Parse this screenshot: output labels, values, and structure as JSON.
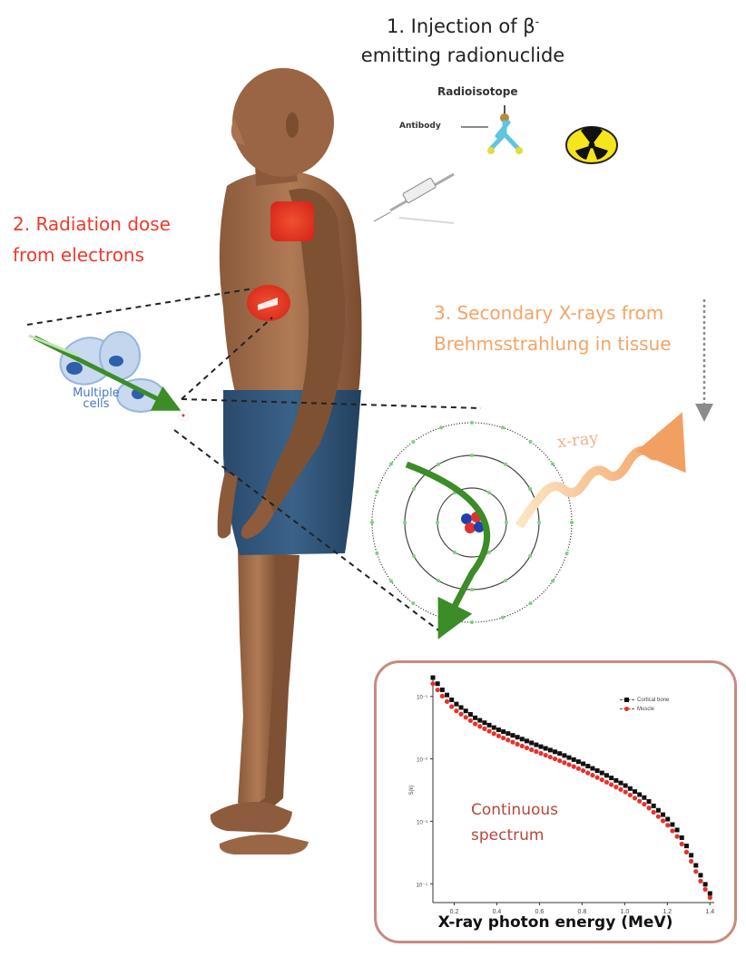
{
  "steps": {
    "step1_line1": "1.  Injection of  β",
    "step1_sup": "-",
    "step1_line2": "emitting radionuclide",
    "step2_line1": "2. Radiation dose",
    "step2_line2": "from electrons",
    "step3_line1": "3. Secondary X-rays from",
    "step3_line2": "Brehmsstrahlung in tissue"
  },
  "molecule": {
    "radioisotope": "Radioisotope",
    "antibody": "Antibody"
  },
  "cells": {
    "label_line1": "Multiple",
    "label_line2": "cells"
  },
  "atom": {
    "xray_label": "x-ray"
  },
  "plot": {
    "annotation_line1": "Continuous",
    "annotation_line2": "spectrum",
    "xlabel": "X-ray photon energy (MeV)",
    "ylabel": "S(k)"
  },
  "chart_data": {
    "type": "scatter",
    "xlabel": "X-ray photon energy (MeV)",
    "ylabel": "S(k)",
    "yscale": "log",
    "xlim": [
      0.1,
      1.42
    ],
    "ylim": [
      5e-05,
      0.2
    ],
    "x_ticks": [
      "0.2",
      "0.4",
      "0.6",
      "0.8",
      "1.0",
      "1.2",
      "1.4"
    ],
    "y_ticks": [
      "10⁻¹",
      "10⁻²",
      "10⁻³",
      "10⁻⁴"
    ],
    "legend_position": "top-right",
    "series": [
      {
        "name": "Cortical bone",
        "color": "#111111",
        "x": [
          0.1,
          0.15,
          0.2,
          0.3,
          0.4,
          0.5,
          0.6,
          0.7,
          0.8,
          0.9,
          1.0,
          1.1,
          1.2,
          1.25,
          1.3,
          1.35,
          1.4
        ],
        "y": [
          0.2,
          0.12,
          0.08,
          0.045,
          0.03,
          0.022,
          0.016,
          0.012,
          0.0085,
          0.0058,
          0.0038,
          0.0023,
          0.0011,
          0.0007,
          0.00035,
          0.00015,
          7e-05
        ]
      },
      {
        "name": "Muscle",
        "color": "#e8302b",
        "x": [
          0.1,
          0.15,
          0.2,
          0.3,
          0.4,
          0.5,
          0.6,
          0.7,
          0.8,
          0.9,
          1.0,
          1.1,
          1.2,
          1.25,
          1.3,
          1.35,
          1.4
        ],
        "y": [
          0.16,
          0.095,
          0.062,
          0.036,
          0.024,
          0.017,
          0.0125,
          0.0092,
          0.0066,
          0.0045,
          0.003,
          0.0018,
          0.00088,
          0.00055,
          0.00028,
          0.00012,
          6e-05
        ]
      }
    ]
  }
}
